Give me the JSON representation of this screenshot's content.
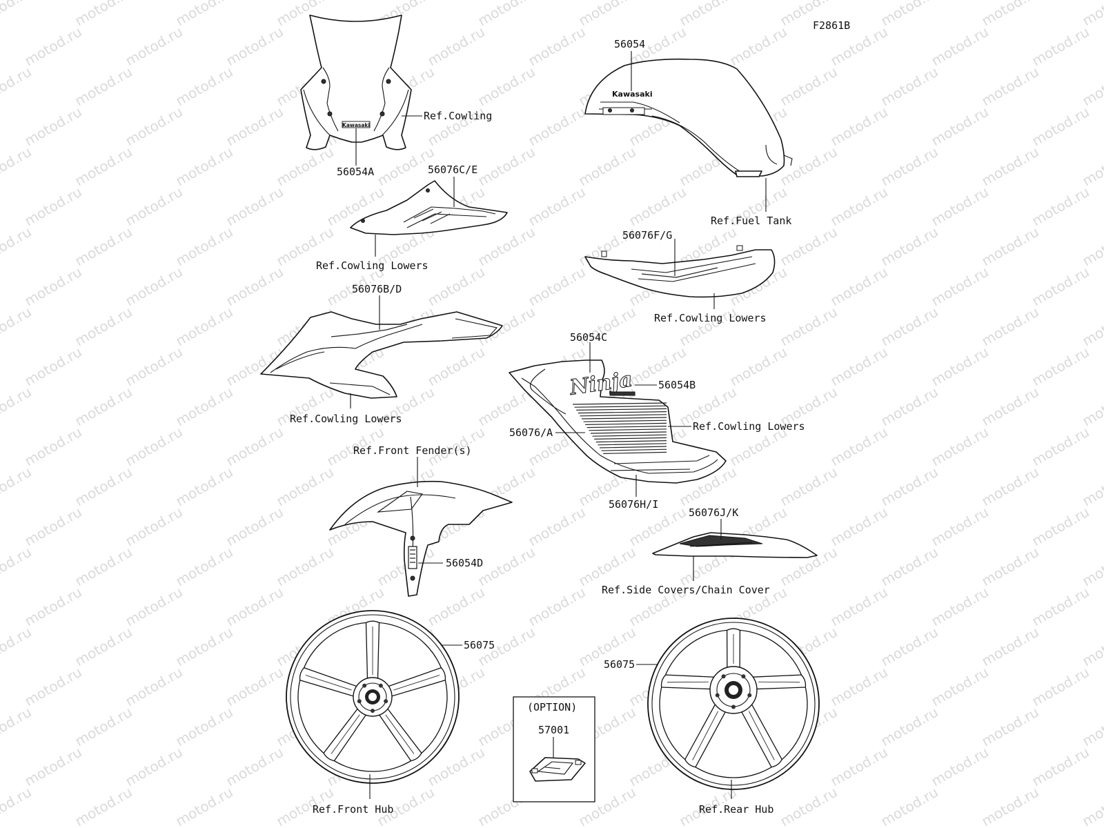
{
  "figure_code": "F2861B",
  "watermark": "motod.ru",
  "brand_logo": "Kawasaki",
  "model_logo": "Ninja",
  "parts": {
    "p56054": "56054",
    "p56054A": "56054A",
    "p56054B": "56054B",
    "p56054C": "56054C",
    "p56054D": "56054D",
    "p56075_front": "56075",
    "p56075_rear": "56075",
    "p56076A": "56076/A",
    "p56076BD": "56076B/D",
    "p56076CE": "56076C/E",
    "p56076FG": "56076F/G",
    "p56076HI": "56076H/I",
    "p56076JK": "56076J/K",
    "p57001": "57001"
  },
  "refs": {
    "cowling": "Ref.Cowling",
    "fuel_tank": "Ref.Fuel Tank",
    "cowling_lowers_1": "Ref.Cowling Lowers",
    "cowling_lowers_2": "Ref.Cowling Lowers",
    "cowling_lowers_3": "Ref.Cowling Lowers",
    "cowling_lowers_4": "Ref.Cowling Lowers",
    "front_fender": "Ref.Front Fender(s)",
    "side_covers": "Ref.Side Covers/Chain Cover",
    "front_hub": "Ref.Front Hub",
    "rear_hub": "Ref.Rear Hub"
  },
  "option_label": "(OPTION)"
}
